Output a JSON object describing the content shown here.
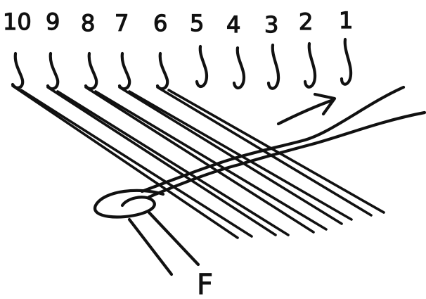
{
  "hook_labels": [
    "10",
    "9",
    "8",
    "7",
    "6",
    "5",
    "4",
    "3",
    "2",
    "1"
  ],
  "free_end_label": "F"
}
